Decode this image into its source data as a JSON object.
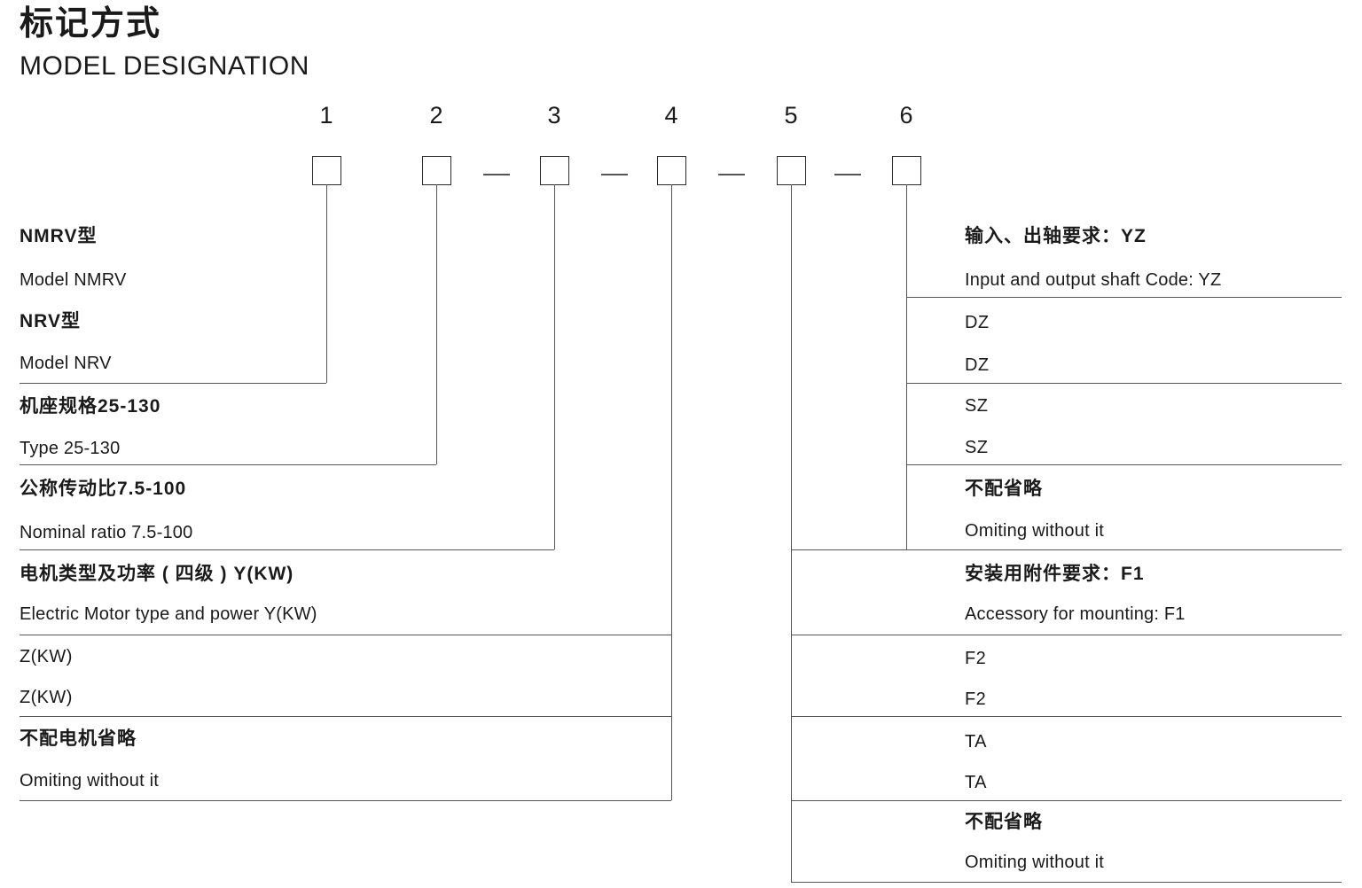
{
  "header": {
    "title_cn": "标记方式",
    "title_en": "MODEL DESIGNATION"
  },
  "code_positions": [
    {
      "num": "1"
    },
    {
      "num": "2"
    },
    {
      "num": "3"
    },
    {
      "num": "4"
    },
    {
      "num": "5"
    },
    {
      "num": "6"
    }
  ],
  "left_column": {
    "group1": {
      "rows": [
        "NMRV型",
        "Model NMRV",
        "NRV型",
        "Model  NRV"
      ]
    },
    "group2": {
      "rows": [
        "机座规格25-130",
        "Type 25-130"
      ]
    },
    "group3": {
      "rows": [
        "公称传动比7.5-100",
        "Nominal ratio 7.5-100"
      ]
    },
    "group4": {
      "rows": [
        "电机类型及功率 ( 四级 ) Y(KW)",
        "Electric Motor type and power Y(KW)",
        "Z(KW)",
        "Z(KW)",
        "不配电机省略",
        "Omiting without it"
      ]
    }
  },
  "right_column": {
    "group6": {
      "rows": [
        "输入、出轴要求：YZ",
        "Input and output shaft Code: YZ",
        "DZ",
        "DZ",
        "SZ",
        "SZ",
        "不配省略",
        "Omiting without  it"
      ]
    },
    "group5": {
      "rows": [
        "安装用附件要求：F1",
        "Accessory for mounting: F1",
        "F2",
        "F2",
        "TA",
        "TA",
        "不配省略",
        "Omiting  without  it"
      ]
    }
  },
  "colors": {
    "ink": "#1a1a1a",
    "line": "#555555",
    "box_border": "#2b2b2b",
    "background": "#ffffff"
  }
}
